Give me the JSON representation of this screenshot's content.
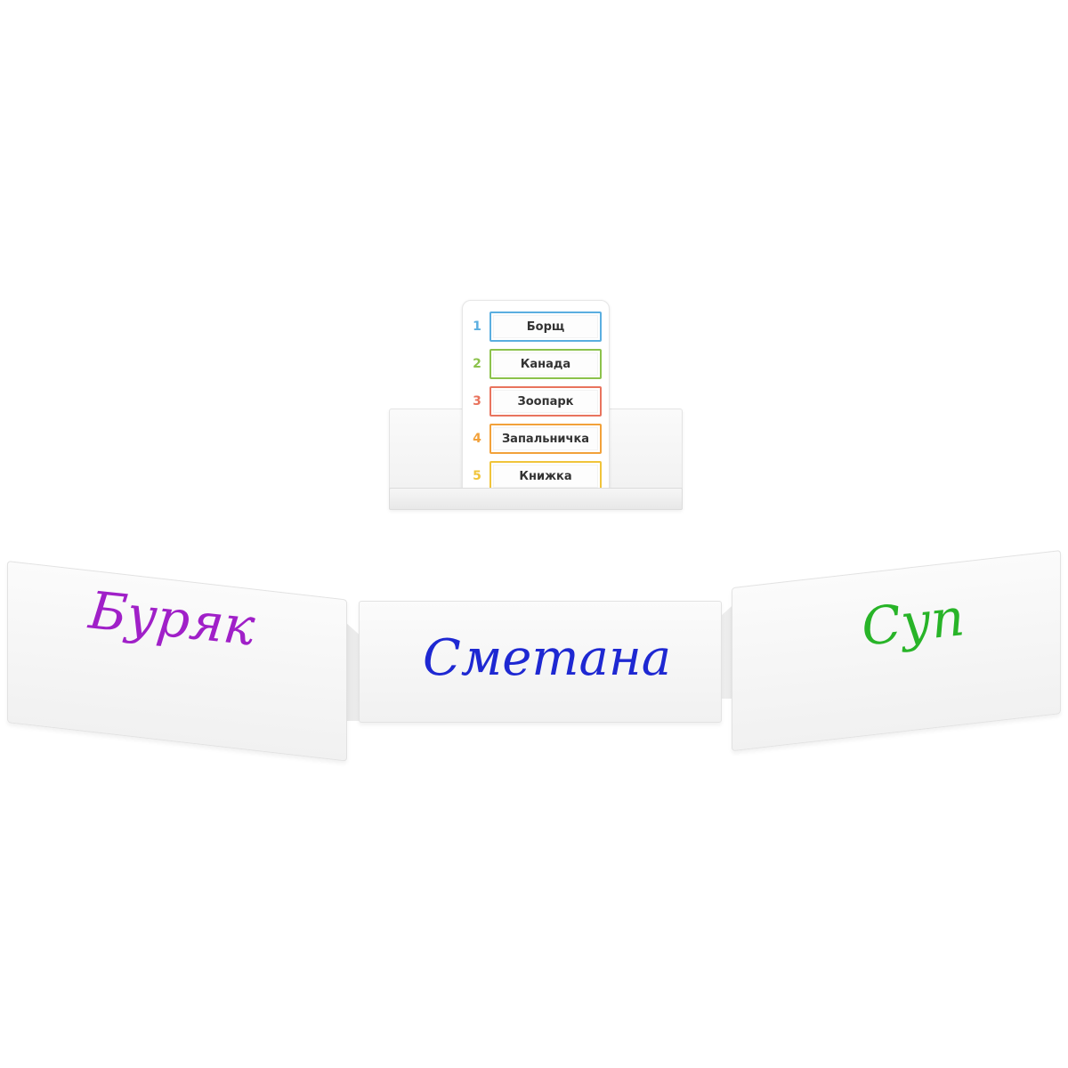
{
  "card_stand": {
    "words": [
      {
        "number": "1",
        "word": "Борщ",
        "color": "#5aaee0"
      },
      {
        "number": "2",
        "word": "Канада",
        "color": "#8cc24c"
      },
      {
        "number": "3",
        "word": "Зоопарк",
        "color": "#e9745e"
      },
      {
        "number": "4",
        "word": "Запальничка",
        "color": "#f2a13a"
      },
      {
        "number": "5",
        "word": "Книжка",
        "color": "#f0c43a"
      }
    ]
  },
  "tent_cards": [
    {
      "text": "Буряк",
      "color": "#a020c8"
    },
    {
      "text": "Сметана",
      "color": "#1e28d2"
    },
    {
      "text": "Суп",
      "color": "#28b428"
    }
  ]
}
